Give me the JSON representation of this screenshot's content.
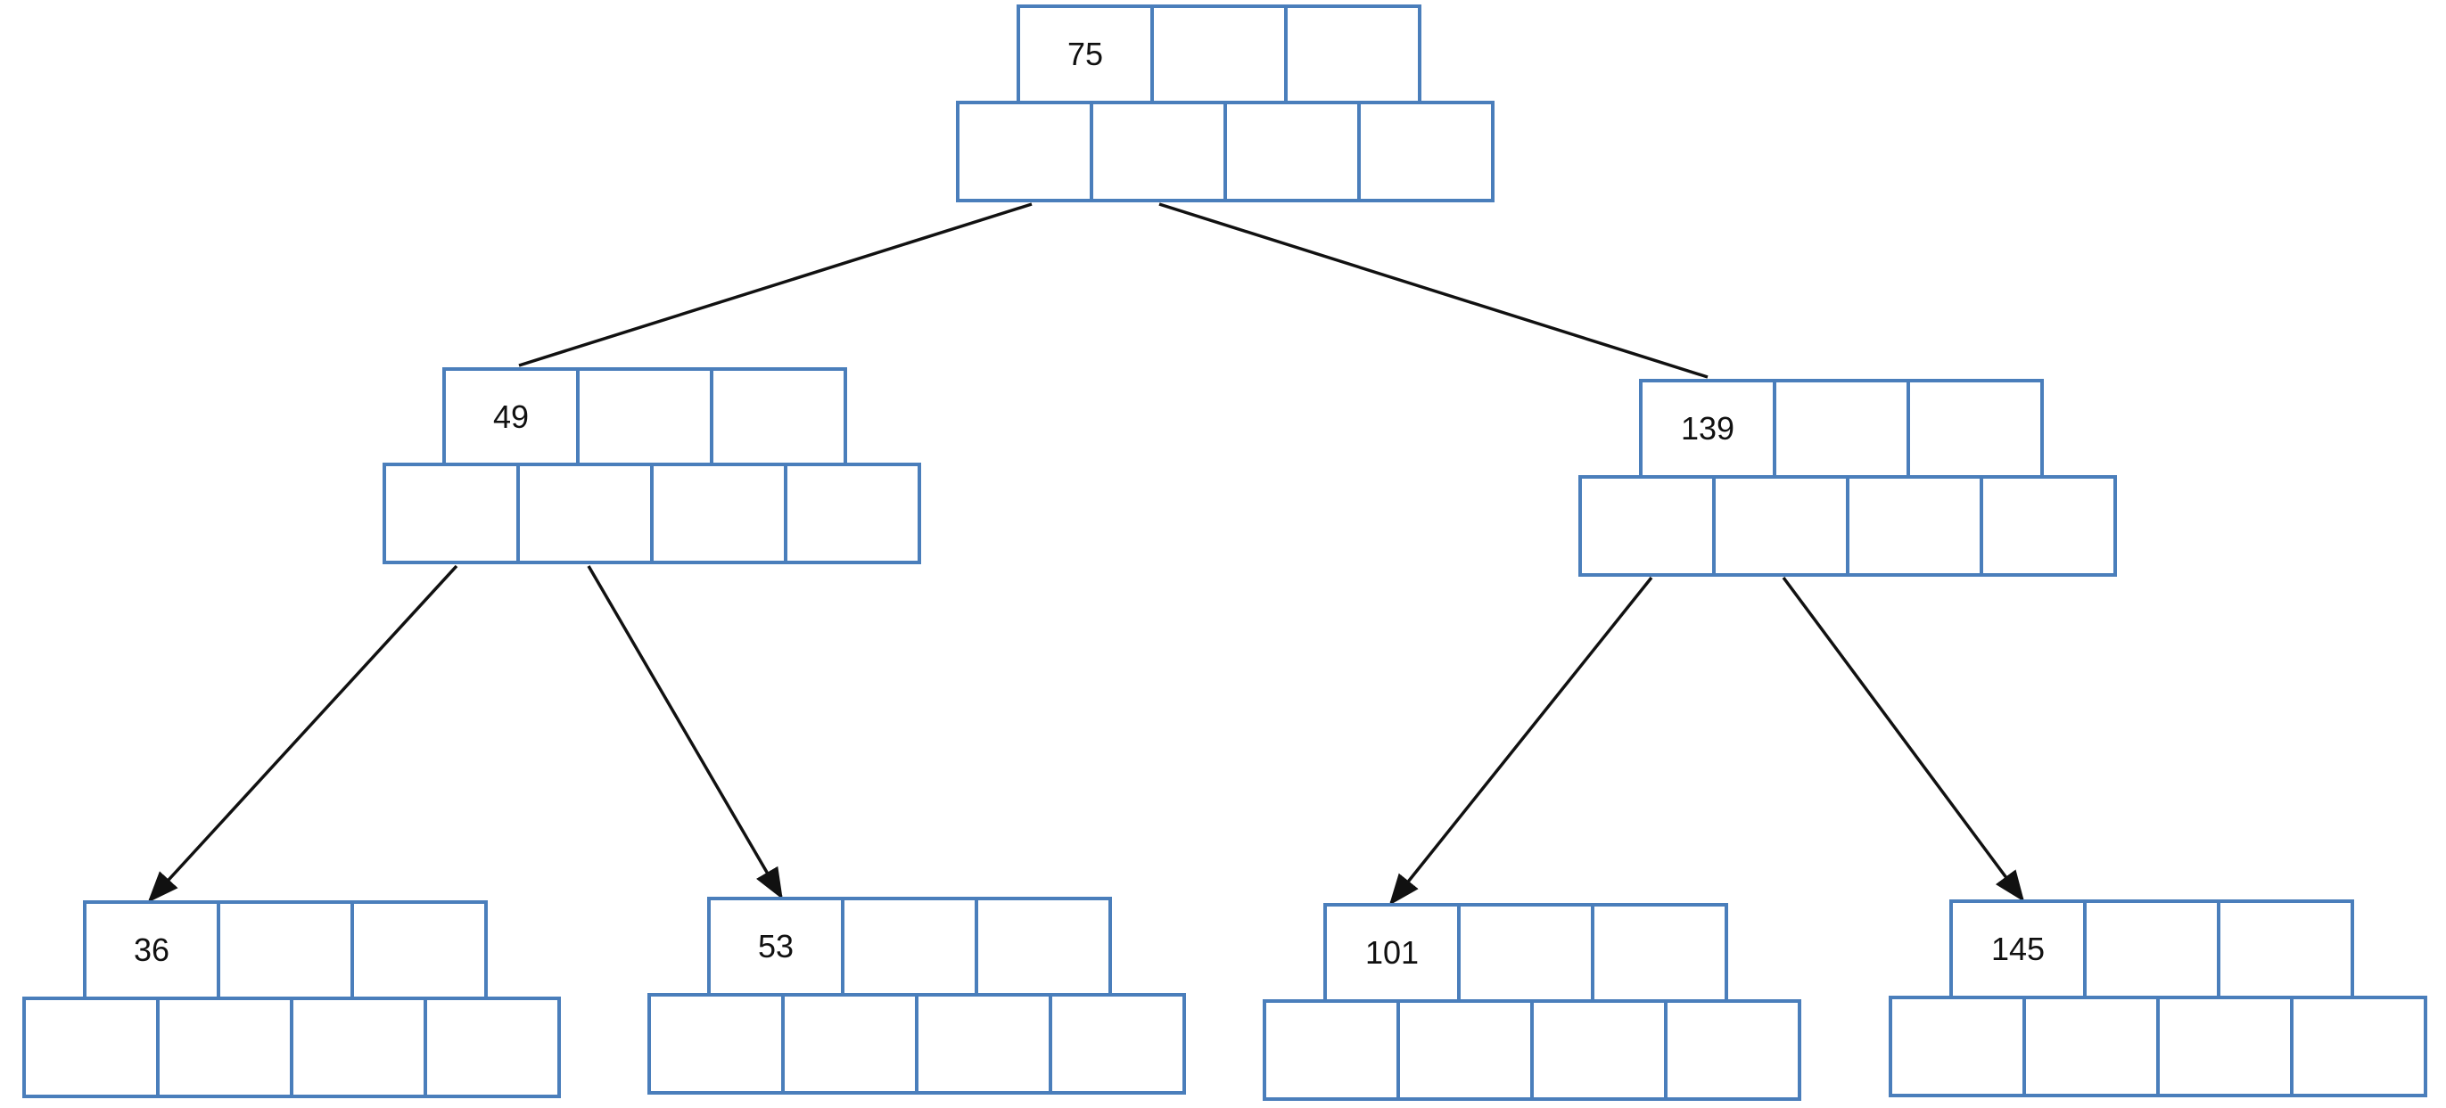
{
  "diagram": {
    "type": "b-tree",
    "colors": {
      "cell_border": "#4a7ebb",
      "edge": "#111111",
      "text": "#111111",
      "background": "#ffffff"
    },
    "nodes": [
      {
        "id": "n75",
        "key": "75"
      },
      {
        "id": "n49",
        "key": "49"
      },
      {
        "id": "n139",
        "key": "139"
      },
      {
        "id": "n36",
        "key": "36"
      },
      {
        "id": "n53",
        "key": "53"
      },
      {
        "id": "n101",
        "key": "101"
      },
      {
        "id": "n145",
        "key": "145"
      }
    ],
    "edges": [
      {
        "from": "n75",
        "to": "n49",
        "arrow": false
      },
      {
        "from": "n75",
        "to": "n139",
        "arrow": false
      },
      {
        "from": "n49",
        "to": "n36",
        "arrow": true
      },
      {
        "from": "n49",
        "to": "n53",
        "arrow": true
      },
      {
        "from": "n139",
        "to": "n101",
        "arrow": true
      },
      {
        "from": "n139",
        "to": "n145",
        "arrow": true
      }
    ]
  }
}
